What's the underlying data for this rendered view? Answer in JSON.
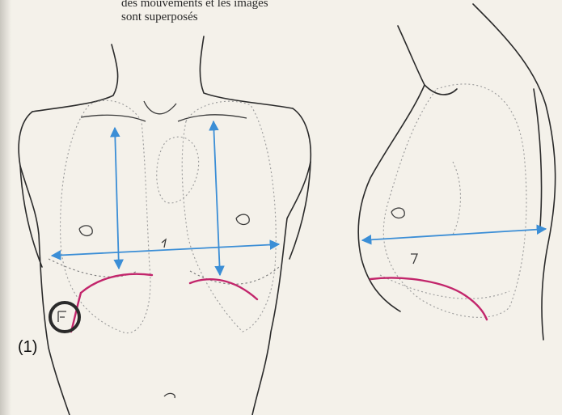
{
  "caption": {
    "line1": "des mouvements et les images",
    "line2": "sont superposés"
  },
  "marker_label": "(1)",
  "colors": {
    "arrow": "#3b8ed6",
    "diaphragm": "#c2256b",
    "outline": "#2b2b2b",
    "paper": "#f4f1ea"
  }
}
